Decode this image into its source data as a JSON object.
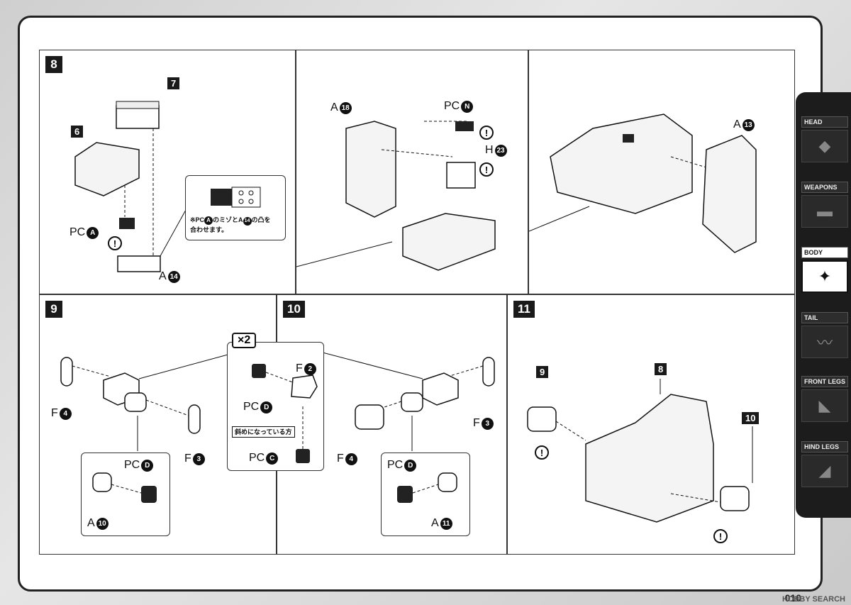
{
  "steps": {
    "s8": {
      "num": "8",
      "tag7": "7",
      "tag6": "6",
      "pc_label": "PC",
      "pc_circ": "A",
      "a_label": "A",
      "a_circ": "14",
      "warn": "!",
      "note_line1_prefix": "※PC",
      "note_circ1": "A",
      "note_line1_mid": "のミゾとA",
      "note_circ2": "14",
      "note_line1_end": "の凸を",
      "note_line2": "合わせます。"
    },
    "s8b": {
      "a_label": "A",
      "a_circ": "18",
      "pc_label": "PC",
      "pc_circ": "N",
      "h_label": "H",
      "h_circ": "23",
      "warn1": "!",
      "warn2": "!"
    },
    "s8c": {
      "a_label": "A",
      "a_circ": "13"
    },
    "s9": {
      "num": "9",
      "f4_label": "F",
      "f4_circ": "4",
      "f3_label": "F",
      "f3_circ": "3",
      "pc_label": "PC",
      "pc_circ": "D",
      "a_label": "A",
      "a_circ": "10"
    },
    "s_mid": {
      "x2": "×2",
      "f2_label": "F",
      "f2_circ": "2",
      "pcd_label": "PC",
      "pcd_circ": "D",
      "pcc_label": "PC",
      "pcc_circ": "C",
      "note": "斜めになっている方"
    },
    "s10": {
      "num": "10",
      "f3_label": "F",
      "f3_circ": "3",
      "f4_label": "F",
      "f4_circ": "4",
      "pc_label": "PC",
      "pc_circ": "D",
      "a_label": "A",
      "a_circ": "11"
    },
    "s11": {
      "num": "11",
      "tag9": "9",
      "tag8": "8",
      "tag10": "10",
      "warn1": "!",
      "warn2": "!"
    }
  },
  "sidebar": {
    "items": [
      {
        "label": "HEAD",
        "icon": "head-icon",
        "active": false
      },
      {
        "label": "WEAPONS",
        "icon": "weapons-icon",
        "active": false
      },
      {
        "label": "BODY",
        "icon": "body-icon",
        "active": true
      },
      {
        "label": "TAIL",
        "icon": "tail-icon",
        "active": false
      },
      {
        "label": "FRONT LEGS",
        "icon": "front-legs-icon",
        "active": false
      },
      {
        "label": "HIND LEGS",
        "icon": "hind-legs-icon",
        "active": false
      }
    ]
  },
  "footer": {
    "page_number": "010",
    "watermark": "HOBBY SEARCH"
  }
}
